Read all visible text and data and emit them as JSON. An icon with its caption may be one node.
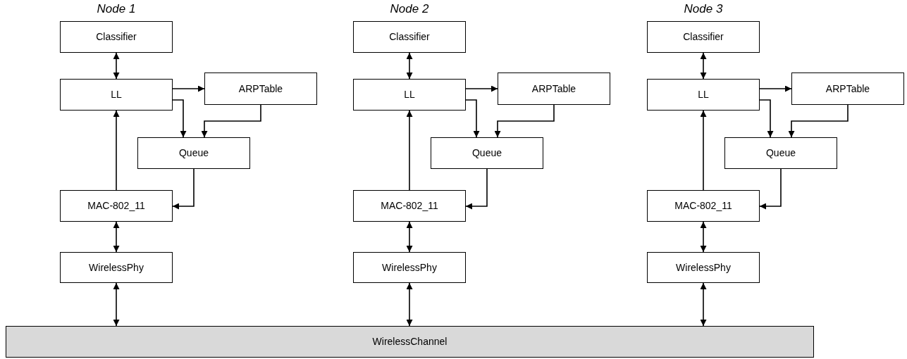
{
  "diagram": {
    "nodes": [
      {
        "text": [
          "Classifier"
        ]
      },
      {
        "text": [
          "LL"
        ]
      },
      {
        "text": [
          "ARPTable"
        ]
      },
      {
        "text": [
          "Queue"
        ]
      },
      {
        "text": [
          "MAC-802_11"
        ]
      },
      {
        "text": [
          "WirelessPhy"
        ]
      },
      {
        "text": [
          "Classifier"
        ]
      },
      {
        "text": [
          "LL"
        ]
      },
      {
        "text": [
          "ARPTable"
        ]
      },
      {
        "text": [
          "Queue"
        ]
      },
      {
        "text": [
          "MAC-802_11"
        ]
      },
      {
        "text": [
          "WirelessPhy"
        ]
      },
      {
        "text": [
          "Classifier"
        ]
      },
      {
        "text": [
          "LL"
        ]
      },
      {
        "text": [
          "ARPTable"
        ]
      },
      {
        "text": [
          "Queue"
        ]
      },
      {
        "text": [
          "MAC-802_11"
        ]
      },
      {
        "text": [
          "WirelessPhy"
        ]
      },
      {
        "text": [
          "WirelessChannel"
        ]
      }
    ],
    "edges": [
      {
        "from": 0,
        "to": 1,
        "arrow": "both"
      },
      {
        "from": 1,
        "to": 2,
        "arrow": "to"
      },
      {
        "from": 1,
        "to": 3,
        "arrow": "to"
      },
      {
        "from": 2,
        "to": 3,
        "arrow": "to"
      },
      {
        "from": 3,
        "to": 4,
        "arrow": "to"
      },
      {
        "from": 4,
        "to": 1,
        "arrow": "to"
      },
      {
        "from": 4,
        "to": 5,
        "arrow": "both"
      },
      {
        "from": 5,
        "to": 18,
        "arrow": "both"
      },
      {
        "from": 6,
        "to": 7,
        "arrow": "both"
      },
      {
        "from": 7,
        "to": 8,
        "arrow": "to"
      },
      {
        "from": 7,
        "to": 9,
        "arrow": "to"
      },
      {
        "from": 8,
        "to": 9,
        "arrow": "to"
      },
      {
        "from": 9,
        "to": 10,
        "arrow": "to"
      },
      {
        "from": 10,
        "to": 7,
        "arrow": "to"
      },
      {
        "from": 10,
        "to": 11,
        "arrow": "both"
      },
      {
        "from": 11,
        "to": 18,
        "arrow": "both"
      },
      {
        "from": 12,
        "to": 13,
        "arrow": "both"
      },
      {
        "from": 13,
        "to": 14,
        "arrow": "to"
      },
      {
        "from": 13,
        "to": 15,
        "arrow": "to"
      },
      {
        "from": 14,
        "to": 15,
        "arrow": "to"
      },
      {
        "from": 15,
        "to": 16,
        "arrow": "to"
      },
      {
        "from": 16,
        "to": 13,
        "arrow": "to"
      },
      {
        "from": 16,
        "to": 17,
        "arrow": "both"
      },
      {
        "from": 17,
        "to": 18,
        "arrow": "both"
      }
    ],
    "labels": [
      "Node 1",
      "Node 2",
      "Node 3"
    ]
  }
}
